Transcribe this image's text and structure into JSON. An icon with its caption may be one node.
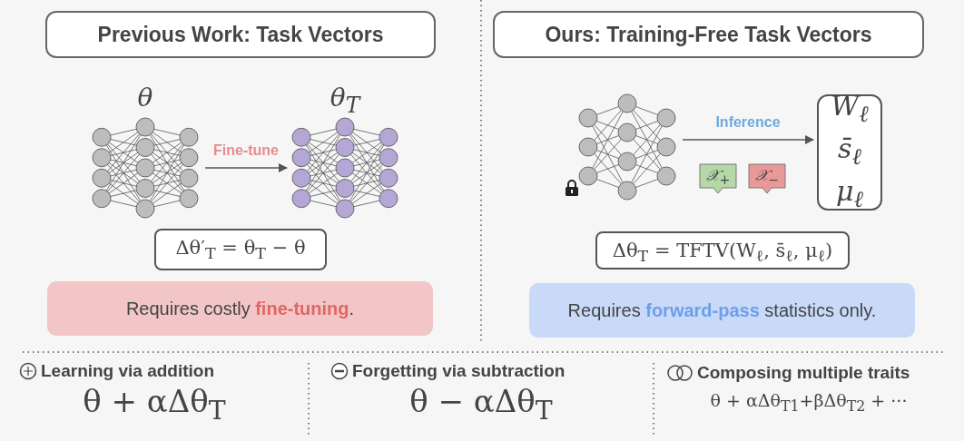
{
  "diagram": {
    "nodes": [
      {
        "text": [
          "Previous Work: Task Vectors"
        ]
      },
      {
        "text": [
          "θ"
        ]
      },
      {
        "text": [
          "θ$_{T}$"
        ]
      },
      {
        "text": [
          "Δθ′$_{T}$ = θ$_{T}$ − θ"
        ]
      },
      {
        "text": [
          "Requires costly **fine-tuning**."
        ]
      },
      {
        "text": [
          "Ours: Training-Free Task Vectors"
        ]
      },
      {
        "text": [],
        "shape": "picture"
      },
      {
        "text": [
          "W$_{ℓ}$",
          "s̄$_{ℓ}$",
          "μ$_{ℓ}$"
        ]
      },
      {
        "text": [
          "𝒳$_{+}$"
        ]
      },
      {
        "text": [
          "𝒳$_{−}$"
        ]
      },
      {
        "text": [
          "Δθ$_{T}$ = TFTV(W$_{ℓ}$, s̄$_{ℓ}$, μ$_{ℓ}$)"
        ]
      },
      {
        "text": [
          "Requires **forward-pass** statistics only."
        ]
      }
    ],
    "edges": [
      {
        "from": 1,
        "to": 2,
        "arrow": "to",
        "label": "Fine-tune"
      },
      {
        "from": 6,
        "to": 7,
        "arrow": "to",
        "label": "Inference"
      }
    ],
    "labels": [
      "Learning via addition",
      "θ + αΔθ$_{T}$",
      "Forgetting via subtraction",
      "θ − αΔθ$_{T}$",
      "Composing multiple traits",
      "θ + αΔθ$_{T1}$+βΔθ$_{T2}$ + ···"
    ]
  }
}
